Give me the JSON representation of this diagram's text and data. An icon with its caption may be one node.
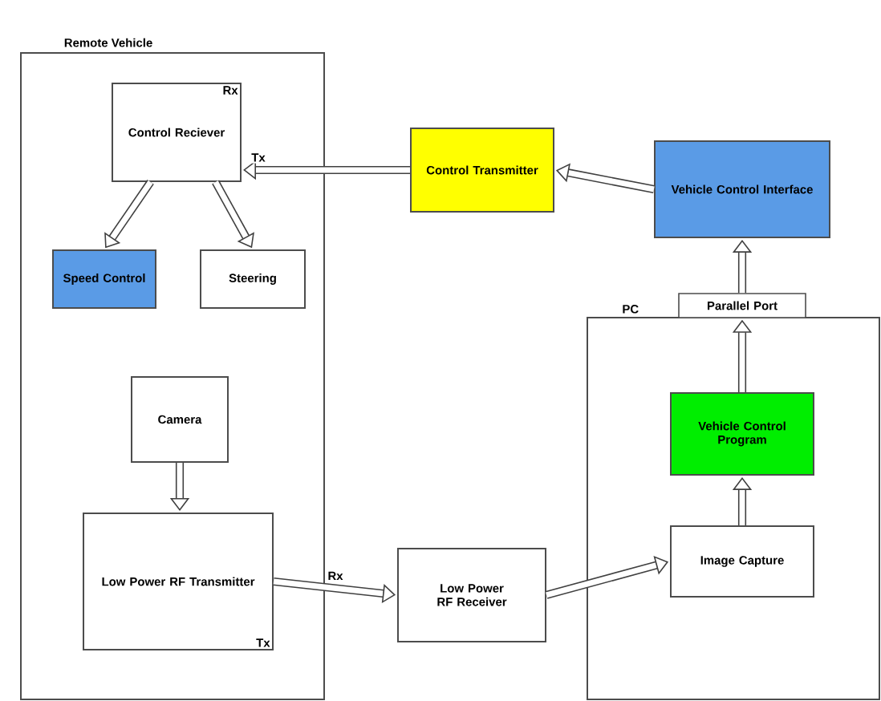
{
  "diagram": {
    "nodes": [
      {
        "text": [
          "Remote Vehicle"
        ]
      },
      {
        "text": [
          "Rx",
          "Control Reciever"
        ],
        "in": 0
      },
      {
        "text": [
          "Speed Control"
        ],
        "in": 0
      },
      {
        "text": [
          "Steering"
        ],
        "in": 0
      },
      {
        "text": [
          "Camera"
        ],
        "in": 0
      },
      {
        "text": [
          "Low Power RF Transmitter",
          "Tx"
        ],
        "in": 0
      },
      {
        "text": [
          "Control Transmitter"
        ]
      },
      {
        "text": [
          "Vehicle Control Interface"
        ]
      },
      {
        "text": [
          "PC"
        ]
      },
      {
        "text": [
          "Parallel Port"
        ]
      },
      {
        "text": [
          "Vehicle Control Program"
        ],
        "in": 8
      },
      {
        "text": [
          "Image Capture"
        ],
        "in": 8
      },
      {
        "text": [
          "Low Power RF Receiver"
        ]
      }
    ],
    "edges": [
      {
        "from": 6,
        "to": 1,
        "arrow": "to",
        "label": "Tx"
      },
      {
        "from": 1,
        "to": 2,
        "arrow": "to"
      },
      {
        "from": 1,
        "to": 3,
        "arrow": "to"
      },
      {
        "from": 4,
        "to": 5,
        "arrow": "to"
      },
      {
        "from": 5,
        "to": 12,
        "arrow": "to",
        "label": "Rx"
      },
      {
        "from": 12,
        "to": 11,
        "arrow": "to"
      },
      {
        "from": 11,
        "to": 10,
        "arrow": "to"
      },
      {
        "from": 10,
        "to": 9,
        "arrow": "to"
      },
      {
        "from": 9,
        "to": 7,
        "arrow": "to"
      },
      {
        "from": 7,
        "to": 6,
        "arrow": "to"
      }
    ]
  }
}
